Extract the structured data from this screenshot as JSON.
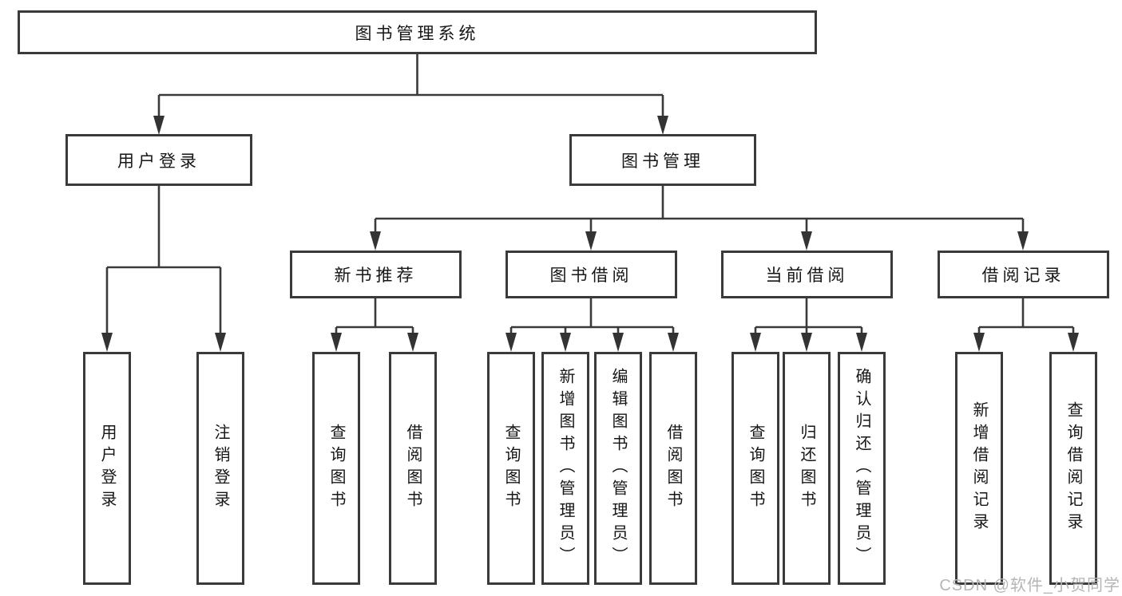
{
  "diagram": {
    "root": {
      "label": "图书管理系统"
    },
    "level2": [
      {
        "label": "用户登录"
      },
      {
        "label": "图书管理"
      }
    ],
    "level3": [
      {
        "label": "新书推荐"
      },
      {
        "label": "图书借阅"
      },
      {
        "label": "当前借阅"
      },
      {
        "label": "借阅记录"
      }
    ],
    "leaves": {
      "user_login": [
        "用户登录",
        "注销登录"
      ],
      "new_book": [
        "查询图书",
        "借阅图书"
      ],
      "book_borrow": [
        "查询图书",
        "新增图书（管理员）",
        "编辑图书（管理员）",
        "借阅图书"
      ],
      "current_borrow": [
        "查询图书",
        "归还图书",
        "确认归还（管理员）"
      ],
      "borrow_record": [
        "新增借阅记录",
        "查询借阅记录"
      ]
    },
    "watermark": "CSDN @软件_小贺同学",
    "colors": {
      "box_border": "#3a3a3a",
      "connector": "#3a3a3a",
      "text": "#161616",
      "background": "#ffffff",
      "watermark": "#b5b5b5"
    }
  }
}
